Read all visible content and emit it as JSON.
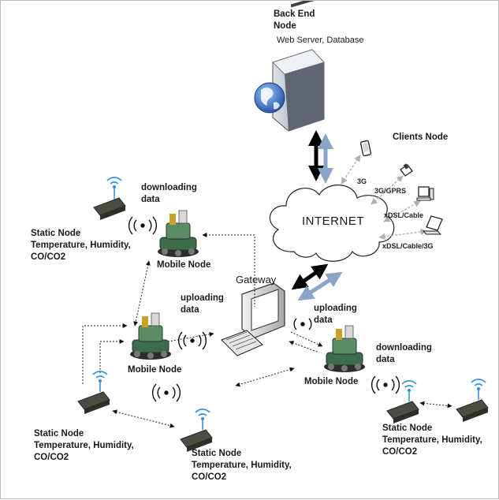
{
  "labels": {
    "backend_title_1": "Back End",
    "backend_title_2": "Node",
    "backend_sub": "Web Server, Database",
    "clients": "Clients Node",
    "internet": "INTERNET",
    "gateway": "Gateway",
    "link_3g": "3G",
    "link_3g_gprs": "3G/GPRS",
    "link_xdsl_cable": "xDSL/Cable",
    "link_xdsl_cable_3g": "xDSL/Cable/3G",
    "mobile_node": "Mobile Node",
    "downloading_1": "downloading",
    "downloading_2": "data",
    "uploading_1": "uploading",
    "uploading_2": "data",
    "static_line1": "Static Node",
    "static_line2": "Temperature, Humidity,",
    "static_line3": "CO/CO2"
  },
  "colors": {
    "server_blue": "#2f5fa8",
    "server_gray": "#8a8f9a",
    "cloud_fill": "#ffffff",
    "link_black": "#000000",
    "link_steel": "#8aa4c8",
    "robot_green": "#3e6b4a",
    "sensor_dark": "#4a4d42",
    "wifi_blue": "#2a8fd6"
  }
}
